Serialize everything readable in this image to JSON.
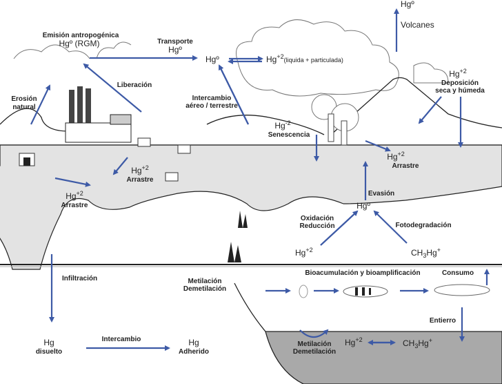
{
  "colors": {
    "arrow": "#3d5aa6",
    "river": "#e3e3e3",
    "sediment": "#a9a9a9",
    "line": "#222222"
  },
  "labels": {
    "emision_title": "Emisión antropogénica",
    "emision_hg": "Hgº (RGM)",
    "transporte": "Transporte",
    "transporte_hg": "Hgº",
    "hg0_air": "Hgº",
    "hg2_liquid": "Hg",
    "hg2_liquid_sup": "+2",
    "hg2_liquid_note": "(liquida + particulada)",
    "volcano_hg": "Hgº",
    "volcanes": "Volcanes",
    "deposicion_hg": "Hg",
    "deposicion_sup": "+2",
    "deposicion_1": "Deposición",
    "deposicion_2": "seca y húmeda",
    "liberacion": "Liberación",
    "erosion_1": "Erosión",
    "erosion_2": "natural",
    "intercambio_1": "Intercambio",
    "intercambio_2": "aéreo / terrestre",
    "senescencia_hg": "Hg",
    "senescencia_sup": "-2",
    "senescencia": "Senescencia",
    "arrastre_right_hg": "Hg",
    "arrastre_right_sup": "+2",
    "arrastre_right": "Arrastre",
    "arrastre_mid_hg": "Hg",
    "arrastre_mid_sup": "+2",
    "arrastre_mid": "Arrastre",
    "arrastre_left_hg": "Hg",
    "arrastre_left_sup": "+2",
    "arrastre_left": "Arrastre",
    "evasion": "Evasión",
    "hg0_water": "Hgº",
    "oxidacion": "Oxidación",
    "reduccion": "Reducción",
    "fotodegradacion": "Fotodegradación",
    "hg2_water": "Hg",
    "hg2_water_sup": "+2",
    "ch3hg_water": "CH",
    "ch3hg_water_sub": "3",
    "ch3hg_water_tail": "Hg",
    "ch3hg_water_sup": "+",
    "infiltracion": "Infiltración",
    "metilacion_1": "Metilación",
    "demetilacion_1": "Demetilación",
    "bioacumulacion": "Bioacumulación y bioamplificación",
    "consumo": "Consumo",
    "entierro": "Entierro",
    "hg_disuelto": "Hg",
    "disuelto": "disuelto",
    "intercambio_bottom": "Intercambio",
    "hg_adherido": "Hg",
    "adherido": "Adherido",
    "metilacion_2": "Metilación",
    "demetilacion_2": "Demetilación",
    "hg2_sed": "Hg",
    "hg2_sed_sup": "+2",
    "ch3hg_sed": "CH",
    "ch3hg_sed_sub": "3",
    "ch3hg_sed_tail": "Hg",
    "ch3hg_sed_sup": "+"
  }
}
